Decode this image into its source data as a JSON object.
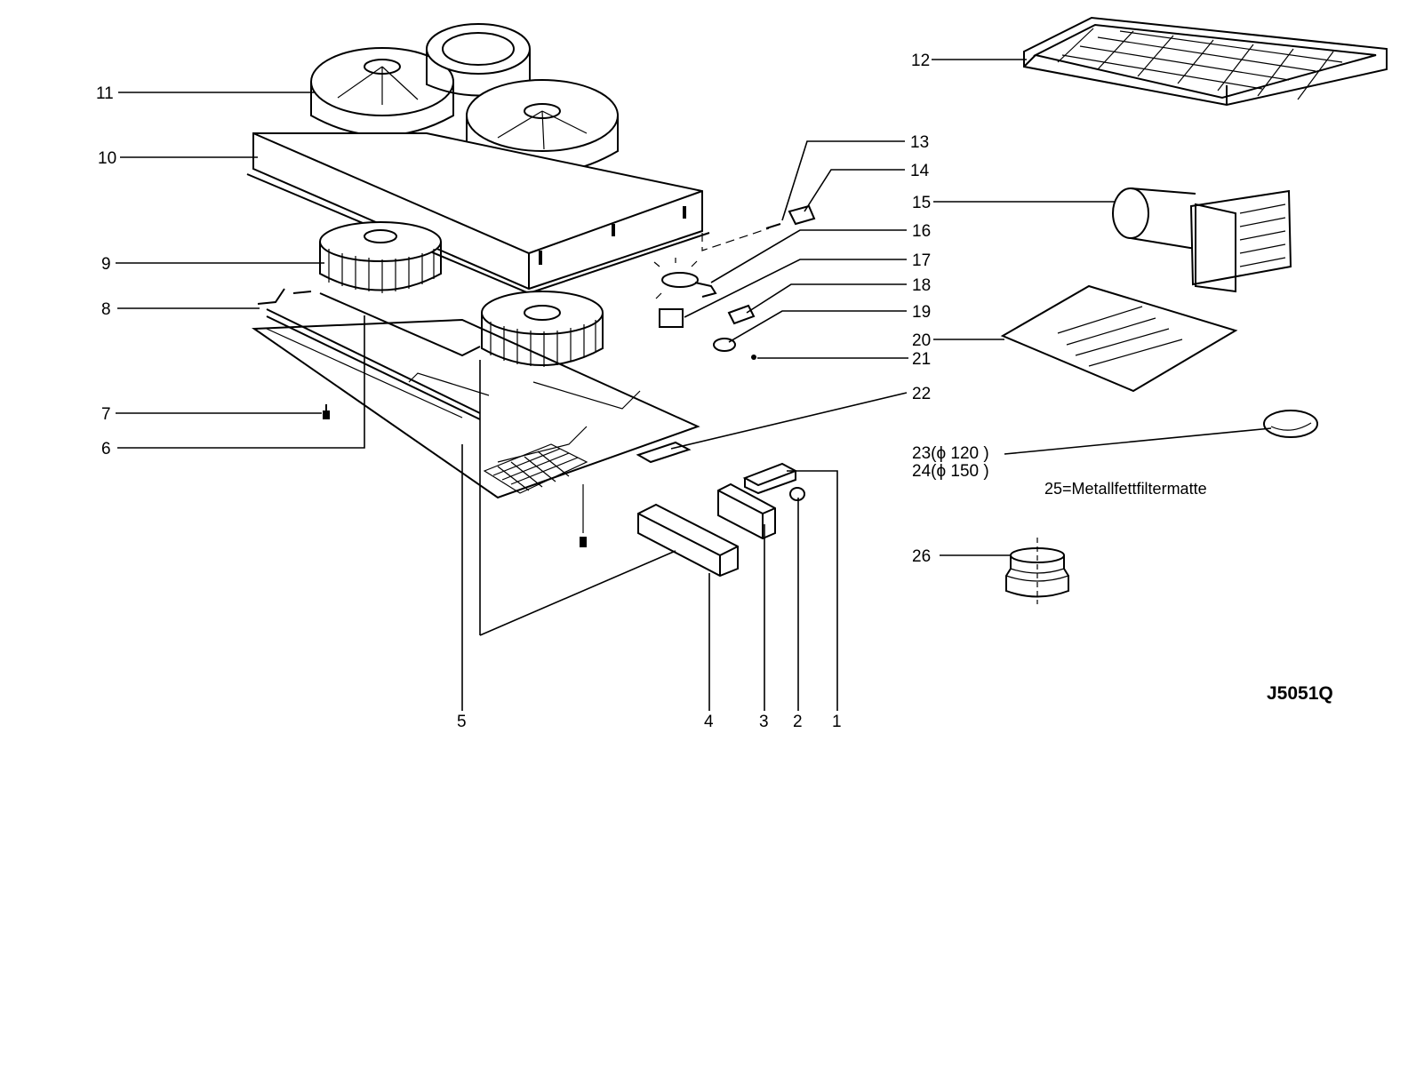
{
  "labels": {
    "l1": "1",
    "l2": "2",
    "l3": "3",
    "l4": "4",
    "l5": "5",
    "l6": "6",
    "l7": "7",
    "l8": "8",
    "l9": "9",
    "l10": "10",
    "l11": "11",
    "l12": "12",
    "l13": "13",
    "l14": "14",
    "l15": "15",
    "l16": "16",
    "l17": "17",
    "l18": "18",
    "l19": "19",
    "l20": "20",
    "l21": "21",
    "l22": "22",
    "l23": "23(ϕ 120  )",
    "l24": "24(ϕ 150  )",
    "l26": "26"
  },
  "note": "25=Metallfettfiltermatte",
  "drawing_code": "J5051Q",
  "ink_color": "#000000",
  "paper_color": "#ffffff"
}
